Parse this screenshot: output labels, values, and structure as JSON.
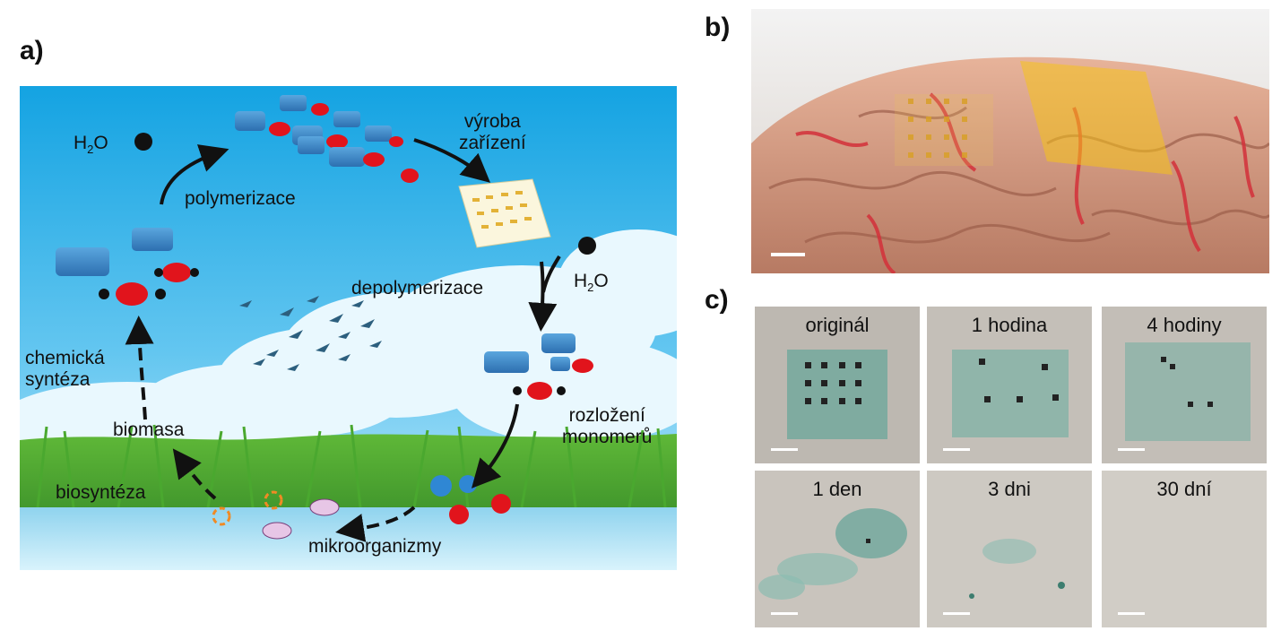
{
  "panels": {
    "a": "a)",
    "b": "b)",
    "c": "c)"
  },
  "cycle": {
    "h2o_top": "H",
    "h2o_top_sub": "2",
    "h2o_top_o": "O",
    "h2o_right": "H",
    "h2o_right_sub": "2",
    "h2o_right_o": "O",
    "polymerizace": "polymerizace",
    "vyroba_line1": "výroba",
    "vyroba_line2": "zařízení",
    "depolymerizace": "depolymerizace",
    "rozlozeni_line1": "rozložení",
    "rozlozeni_line2": "monomerů",
    "mikroorganizmy": "mikroorganizmy",
    "biosynteza": "biosyntéza",
    "biomasa": "biomasa",
    "chemicka_line1": "chemická",
    "chemicka_line2": "syntéza"
  },
  "degradation": {
    "tiles": [
      {
        "label": "originál"
      },
      {
        "label": "1 hodina"
      },
      {
        "label": "4 hodiny"
      },
      {
        "label": "1 den"
      },
      {
        "label": "3 dni"
      },
      {
        "label": "30 dní"
      }
    ]
  },
  "colors": {
    "sky_top": "#1aa6e3",
    "sky_bottom": "#bfe9fb",
    "grass": "#3d9a2a",
    "monomer_red": "#e1141c",
    "monomer_blue": "#3f8fd0",
    "film_green": "#6fa79c"
  }
}
